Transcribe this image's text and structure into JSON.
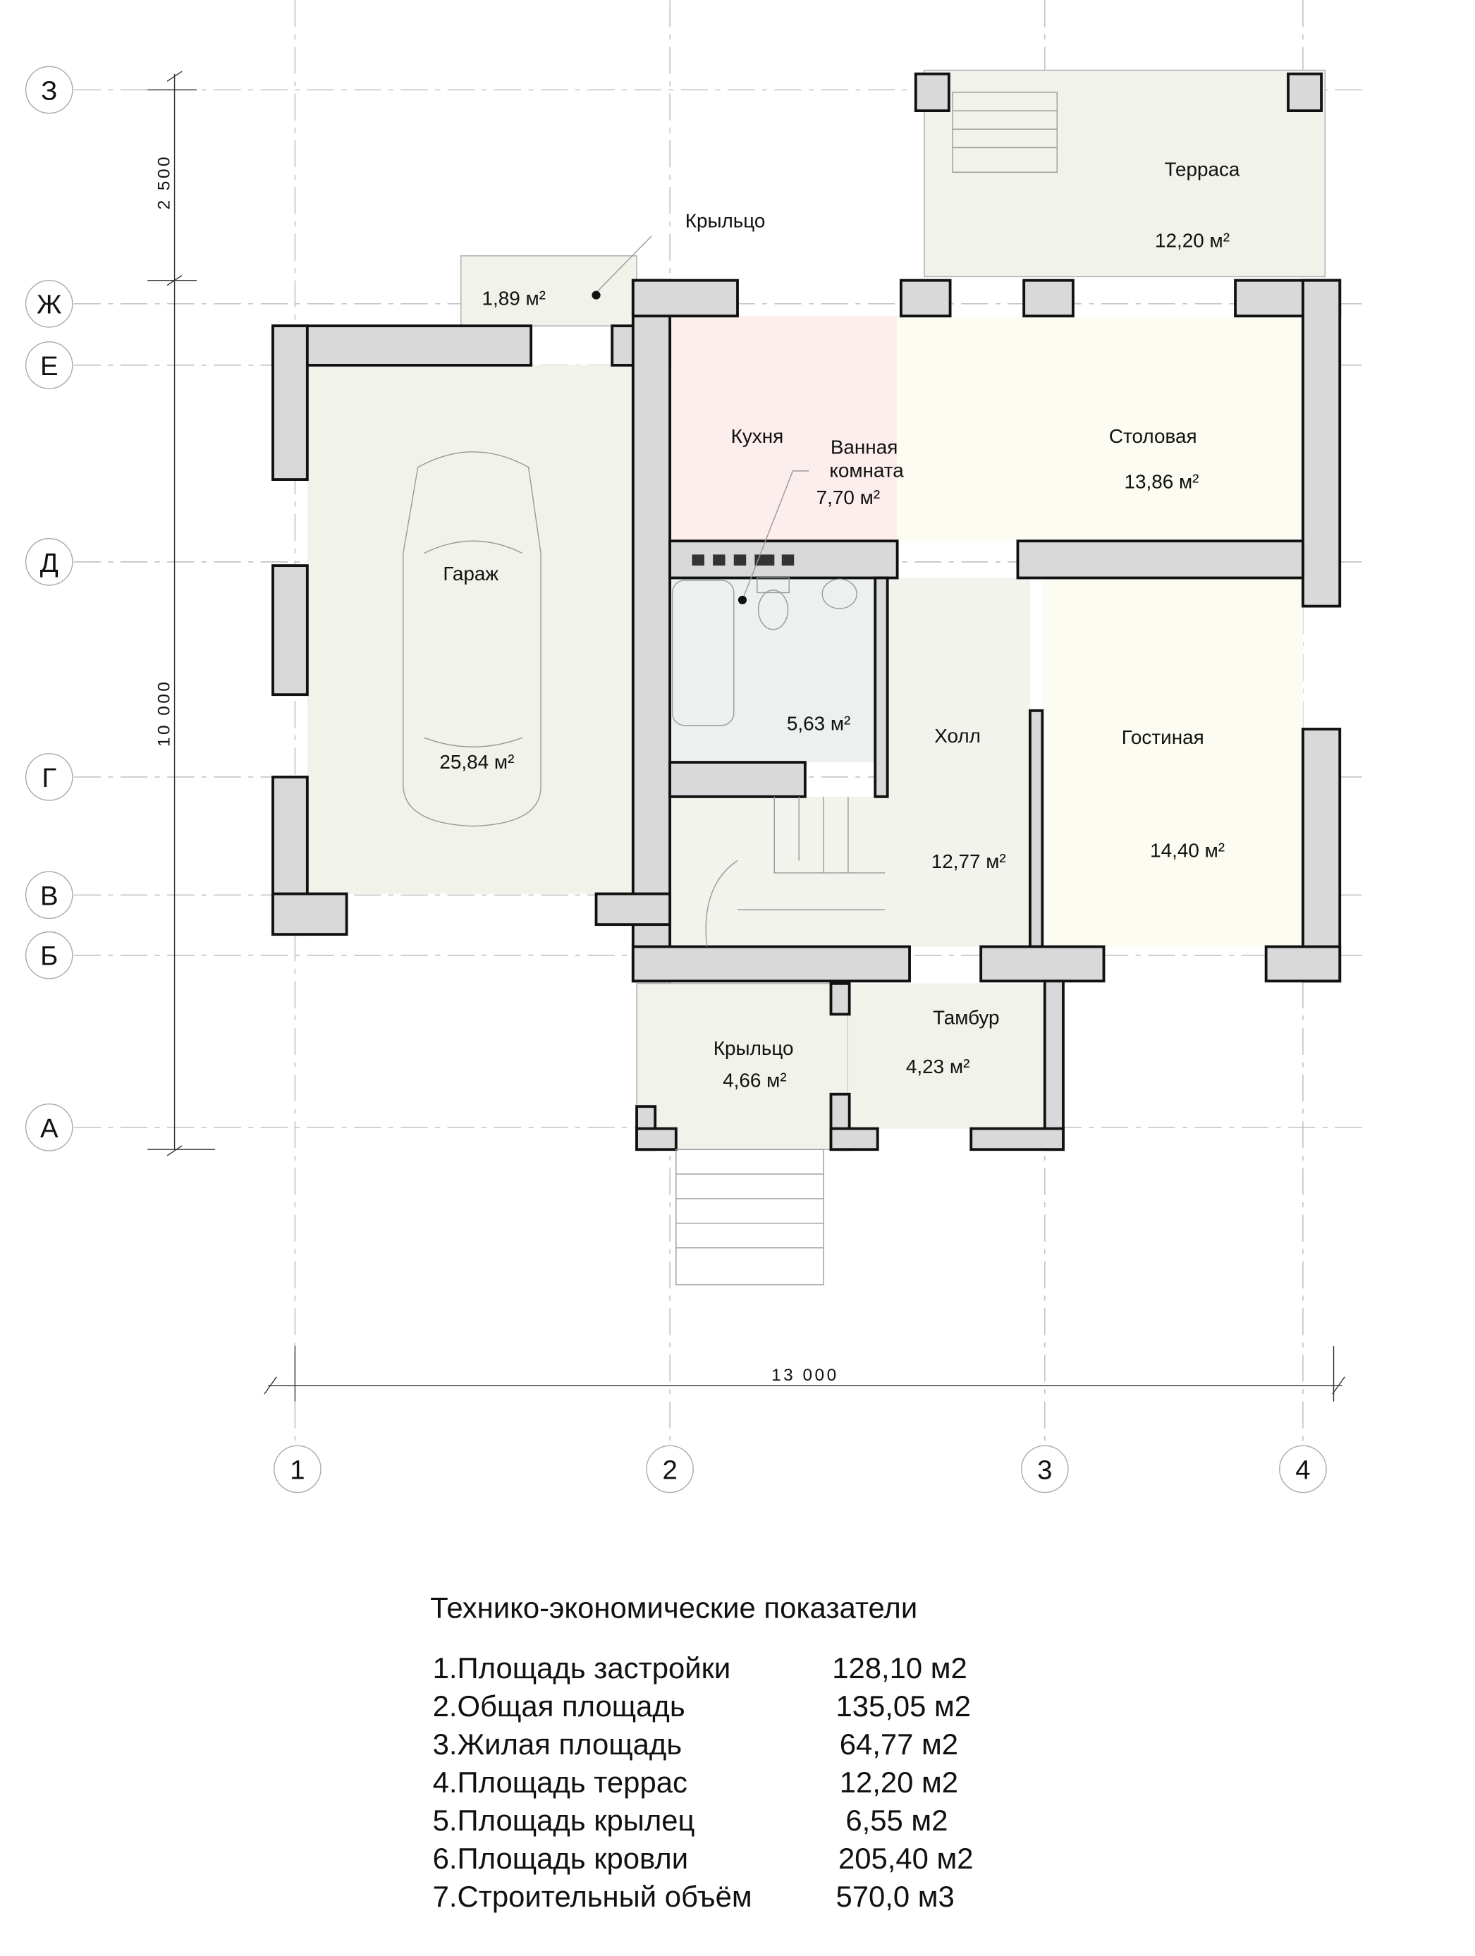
{
  "plan": {
    "grid_columns": [
      "1",
      "2",
      "3",
      "4"
    ],
    "grid_rows": [
      "З",
      "Ж",
      "Е",
      "Д",
      "Г",
      "В",
      "Б",
      "А"
    ],
    "dimensions": {
      "vertical_top": "2 500",
      "vertical_main": "10 000",
      "horizontal": "13 000"
    },
    "rooms": {
      "terrace": {
        "name": "Терраса",
        "area": "12,20 м²"
      },
      "porch_top": {
        "name": "Крыльцо",
        "area": "1,89 м²"
      },
      "kitchen": {
        "name": "Кухня"
      },
      "bathroom_callout": {
        "name": "Ванная комната",
        "line1": "Ванная",
        "line2": "комната",
        "area": "7,70 м²"
      },
      "dining": {
        "name": "Столовая",
        "area": "13,86 м²"
      },
      "garage": {
        "name": "Гараж",
        "area": "25,84 м²"
      },
      "bathroom": {
        "area": "5,63 м²"
      },
      "hall": {
        "name": "Холл",
        "area": "12,77 м²"
      },
      "living": {
        "name": "Гостиная",
        "area": "14,40 м²"
      },
      "porch_bottom": {
        "name": "Крыльцо",
        "area": "4,66 м²"
      },
      "vestibule": {
        "name": "Тамбур",
        "area": "4,23 м²"
      }
    },
    "colors": {
      "kitchen": "#fdeeee",
      "dining": "#fdfcf3",
      "bathroom": "#ecf1f0",
      "outdoor": "#f1f2ea",
      "wall": "#d9d9d9"
    }
  },
  "indicators": {
    "title": "Технико-экономические показатели",
    "rows": [
      {
        "label": "1.Площадь застройки",
        "value": "128,10 м2"
      },
      {
        "label": "2.Общая площадь",
        "value": "135,05 м2"
      },
      {
        "label": "3.Жилая площадь",
        "value": "64,77 м2"
      },
      {
        "label": "4.Площадь террас",
        "value": "12,20 м2"
      },
      {
        "label": "5.Площадь крылец",
        "value": "6,55 м2"
      },
      {
        "label": "6.Площадь кровли",
        "value": "205,40 м2"
      },
      {
        "label": "7.Строительный объём",
        "value": "570,0 м3"
      }
    ]
  }
}
